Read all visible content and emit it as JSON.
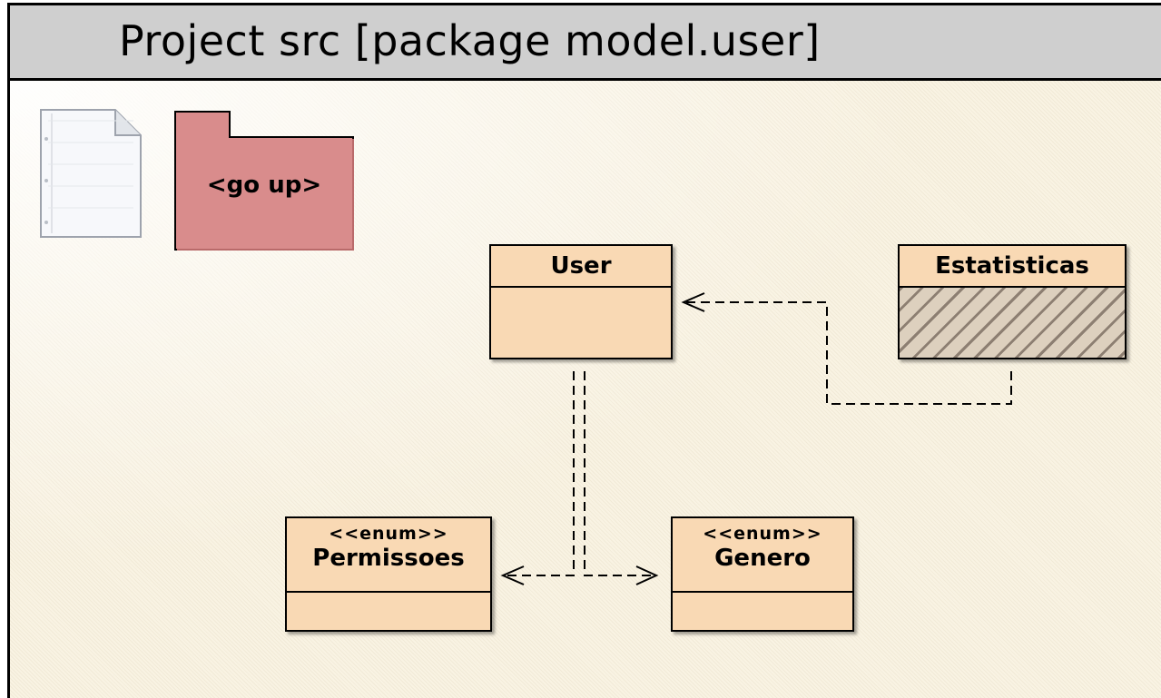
{
  "header": {
    "title": "Project src [package model.user]"
  },
  "toolbar": {
    "up_label": "<go up>"
  },
  "classes": {
    "user": {
      "name": "User"
    },
    "estatisticas": {
      "name": "Estatisticas"
    },
    "permissoes": {
      "stereotype": "<<enum>>",
      "name": "Permissoes"
    },
    "genero": {
      "stereotype": "<<enum>>",
      "name": "Genero"
    }
  },
  "colors": {
    "class_fill": "#f9d9b4",
    "folder_fill": "#d88b8b",
    "header_fill": "#cfcfcf",
    "canvas": "#f9f3e3"
  },
  "icons": [
    "document-icon",
    "folder-icon"
  ]
}
